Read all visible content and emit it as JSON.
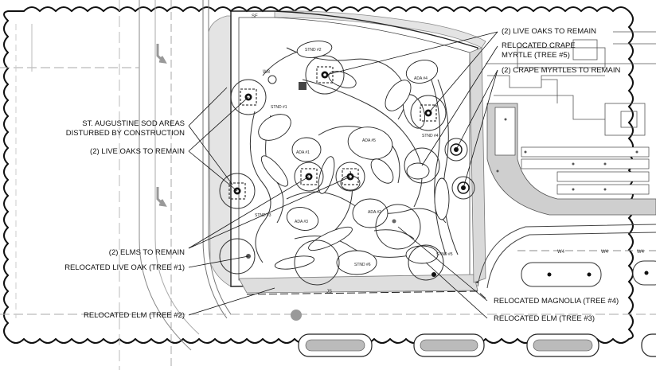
{
  "callouts": {
    "live_oaks_top": "(2) LIVE OAKS TO REMAIN",
    "crape_myrtle_line1": "RELOCATED CRAPE",
    "crape_myrtle_line2": "MYRTLE (TREE #5)",
    "crape_myrtles_remain": "(2) CRAPE MYRTLES TO REMAIN",
    "sod_line1": "ST. AUGUSTINE SOD AREAS",
    "sod_line2": "DISTURBED BY CONSTRUCTION",
    "live_oaks_left": "(2) LIVE OAKS TO REMAIN",
    "elms_remain": "(2) ELMS TO REMAIN",
    "relocated_live_oak": "RELOCATED LIVE OAK (TREE #1)",
    "relocated_elm_2": "RELOCATED ELM (TREE #2)",
    "relocated_magnolia": "RELOCATED MAGNOLIA (TREE #4)",
    "relocated_elm_3": "RELOCATED ELM (TREE #3)"
  },
  "plan_labels": {
    "stnd2": "STND #2",
    "stnd1": "STND #1",
    "stnd4": "STND #4",
    "stnd5": "STND #5",
    "stnd6": "STND #6",
    "stnd3": "STND #3",
    "ada4": "ADA #4",
    "ada1": "ADA #1",
    "ada5": "ADA #5",
    "ada2": "ADA #2",
    "ada3": "ADA #3",
    "w8": "W8",
    "w4a": "W4",
    "w4b": "W4",
    "w4c": "W4",
    "sf": "SF",
    "js": "JS"
  }
}
